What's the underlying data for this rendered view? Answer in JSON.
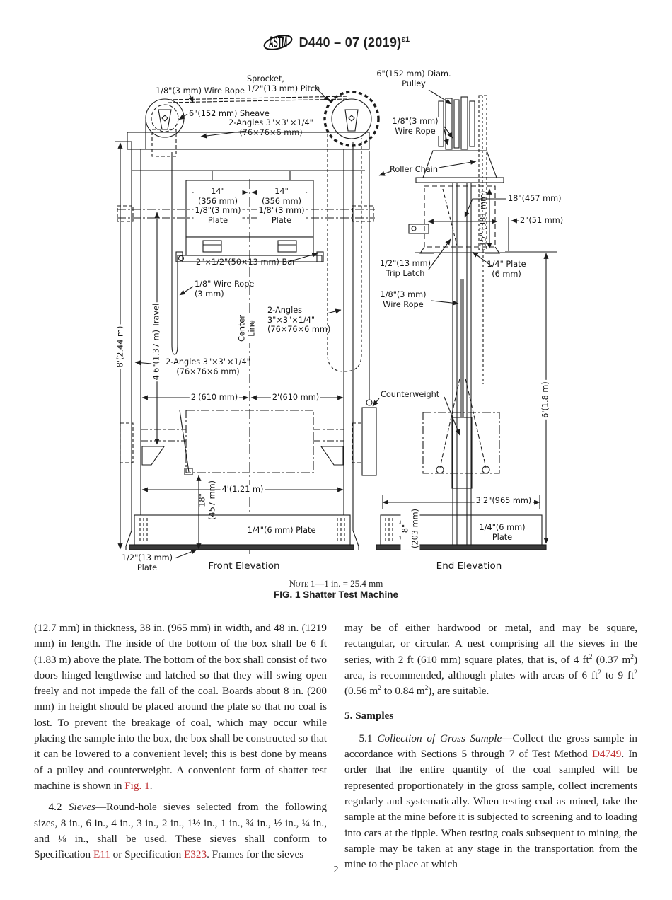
{
  "colors": {
    "link": "#be2d30"
  },
  "header": {
    "logo": "ASTM",
    "designation": "D440 – 07 (2019)",
    "superscript": "ε1"
  },
  "figure": {
    "note_label": "Note",
    "note_text": " 1—1 in. = 25.4 mm",
    "caption": "FIG. 1 Shatter Test Machine",
    "labels": {
      "wire_rope_top": "1/8\"(3 mm) Wire Rope",
      "sprocket": "Sprocket,\n1/2\"(13 mm) Pitch",
      "pulley_diam": "6\"(152 mm) Diam.\nPulley",
      "sheave": "6\"(152 mm) Sheave",
      "angles_top": "2-Angles 3\"×3\"×1/4\"\n(76×76×6 mm)",
      "wire_rope_right": "1/8\"(3 mm)\nWire Rope",
      "roller_chain": "Roller Chain",
      "plate14_left": "14\"\n(356 mm)\n1/8\"(3 mm)\nPlate",
      "plate14_right": "14\"\n(356 mm)\n1/8\"(3 mm)\nPlate",
      "bar": "2\"×1/2\"(50×13 mm) Bar",
      "wire_rope_mid": "1/8\" Wire Rope\n(3 mm)",
      "angles_right": "2-Angles\n3\"×3\"×1/4\"\n(76×76×6 mm)",
      "center_line": "Center\nLine",
      "dim_8ft": "8'(2.44 m)",
      "dim_travel": "4'6\"(1.37 m) Travel",
      "angles_left": "2-Angles 3\"×3\"×1/4\"\n(76×76×6 mm)",
      "dim_2ft_left": "2'(610 mm)",
      "dim_2ft_right": "2'(610 mm)",
      "counterweight": "Counterweight",
      "dim_4ft": "4'(1.21 m)",
      "dim_18in": "18\"\n(457 mm)",
      "plate_quarter_front": "1/4\"(6 mm) Plate",
      "plate_half": "1/2\"(13 mm)\nPlate",
      "front_caption": "Front Elevation",
      "dim_18in_end": "18\"(457 mm)",
      "dim_2in": "2\"(51 mm)",
      "dim_15in": "15\" (381 mm)",
      "trip_latch": "1/2\"(13 mm)\nTrip Latch",
      "plate_quarter_top": "1/4\" Plate\n(6 mm)",
      "wire_rope_end": "1/8\"(3 mm)\nWire Rope",
      "dim_6ft": "6'(1.8 m)",
      "dim_3ft2": "3'2\"(965 mm)",
      "dim_8in": "8\"\n(203 mm)",
      "plate_quarter_bottom": "1/4\"(6 mm)\nPlate",
      "end_caption": "End Elevation"
    }
  },
  "content": {
    "left_p1": [
      {
        "t": "(12.7 mm) in thickness, 38 in. (965 mm) in width, and 48 in. (1219 mm) in length. The inside of the bottom of the box shall be 6 ft (1.83 m) above the plate. The bottom of the box shall consist of two doors hinged lengthwise and latched so that they will swing open freely and not impede the fall of the coal. Boards about 8 in. (200 mm) in height should be placed around the plate so that no coal is lost. To prevent the breakage of coal, which may occur while placing the sample into the box, the box shall be constructed so that it can be lowered to a convenient level; this is best done by means of a pulley and counterweight. A convenient form of shatter test machine is shown in "
      },
      {
        "t": "Fig. 1",
        "s": "link",
        "n": "fig-1-reference"
      },
      {
        "t": "."
      }
    ],
    "left_p2": [
      {
        "t": "4.2 "
      },
      {
        "t": "Sieves",
        "s": "italic"
      },
      {
        "t": "—Round-hole sieves selected from the following sizes, 8 in., 6 in., 4 in., 3 in., 2 in., 1½ in., 1 in., ¾ in., ½ in., ¼ in., and ⅛ in., shall be used. These sieves shall conform to Specification "
      },
      {
        "t": "E11",
        "s": "link",
        "n": "e11-reference"
      },
      {
        "t": " or Specification "
      },
      {
        "t": "E323",
        "s": "link",
        "n": "e323-reference"
      },
      {
        "t": ". Frames for the sieves"
      }
    ],
    "right_p1": [
      {
        "t": "may be of either hardwood or metal, and may be square, rectangular, or circular. A nest comprising all the sieves in the series, with 2 ft (610 mm) square plates, that is, of 4 ft"
      },
      {
        "t": "2",
        "s": "sup"
      },
      {
        "t": " (0.37 m"
      },
      {
        "t": "2",
        "s": "sup"
      },
      {
        "t": ") area, is recommended, although plates with areas of 6 ft"
      },
      {
        "t": "2",
        "s": "sup"
      },
      {
        "t": " to 9 ft"
      },
      {
        "t": "2",
        "s": "sup"
      },
      {
        "t": " (0.56 m"
      },
      {
        "t": "2",
        "s": "sup"
      },
      {
        "t": " to 0.84 m"
      },
      {
        "t": "2",
        "s": "sup"
      },
      {
        "t": "), are suitable."
      }
    ],
    "samples_heading": "5.  Samples",
    "right_p2": [
      {
        "t": "5.1 "
      },
      {
        "t": "Collection of Gross Sample",
        "s": "italic"
      },
      {
        "t": "—Collect the gross sample in accordance with Sections 5 through 7 of Test Method "
      },
      {
        "t": "D4749",
        "s": "link",
        "n": "d4749-reference"
      },
      {
        "t": ". In order that the entire quantity of the coal sampled will be represented proportionately in the gross sample, collect increments regularly and systematically. When testing coal as mined, take the sample at the mine before it is subjected to screening and to loading into cars at the tipple. When testing coals subsequent to mining, the sample may be taken at any stage in the transportation from the mine to the place at which"
      }
    ]
  },
  "page_number": "2"
}
